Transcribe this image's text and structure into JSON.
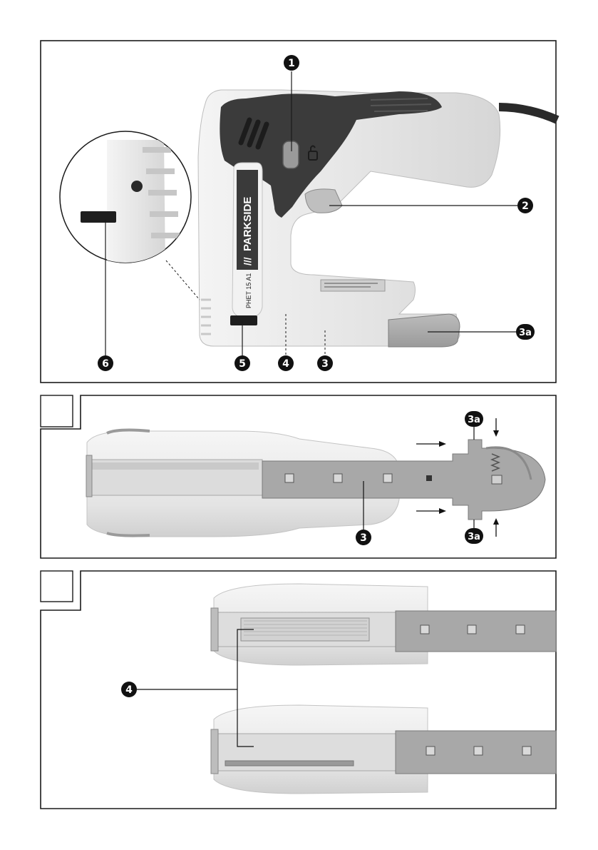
{
  "brand": {
    "name": "PARKSIDE",
    "slashes": "///",
    "model": "PHET 15 A1"
  },
  "figure1": {
    "callouts": [
      {
        "id": "1",
        "label": "1"
      },
      {
        "id": "2",
        "label": "2"
      },
      {
        "id": "3a",
        "label": "3a"
      },
      {
        "id": "6",
        "label": "6"
      },
      {
        "id": "5",
        "label": "5"
      },
      {
        "id": "4",
        "label": "4"
      },
      {
        "id": "3",
        "label": "3"
      }
    ]
  },
  "figure2": {
    "callouts": [
      {
        "id": "3a_top",
        "label": "3a"
      },
      {
        "id": "3",
        "label": "3"
      },
      {
        "id": "3a_bottom",
        "label": "3a"
      }
    ]
  },
  "figure3": {
    "callouts": [
      {
        "id": "4",
        "label": "4"
      }
    ]
  },
  "colors": {
    "frame": "#1a1a1a",
    "tool_body": "#e9e9e9",
    "grip": "#3b3b3b",
    "magazine": "#a9a9a9",
    "callout_fill": "#111111"
  }
}
